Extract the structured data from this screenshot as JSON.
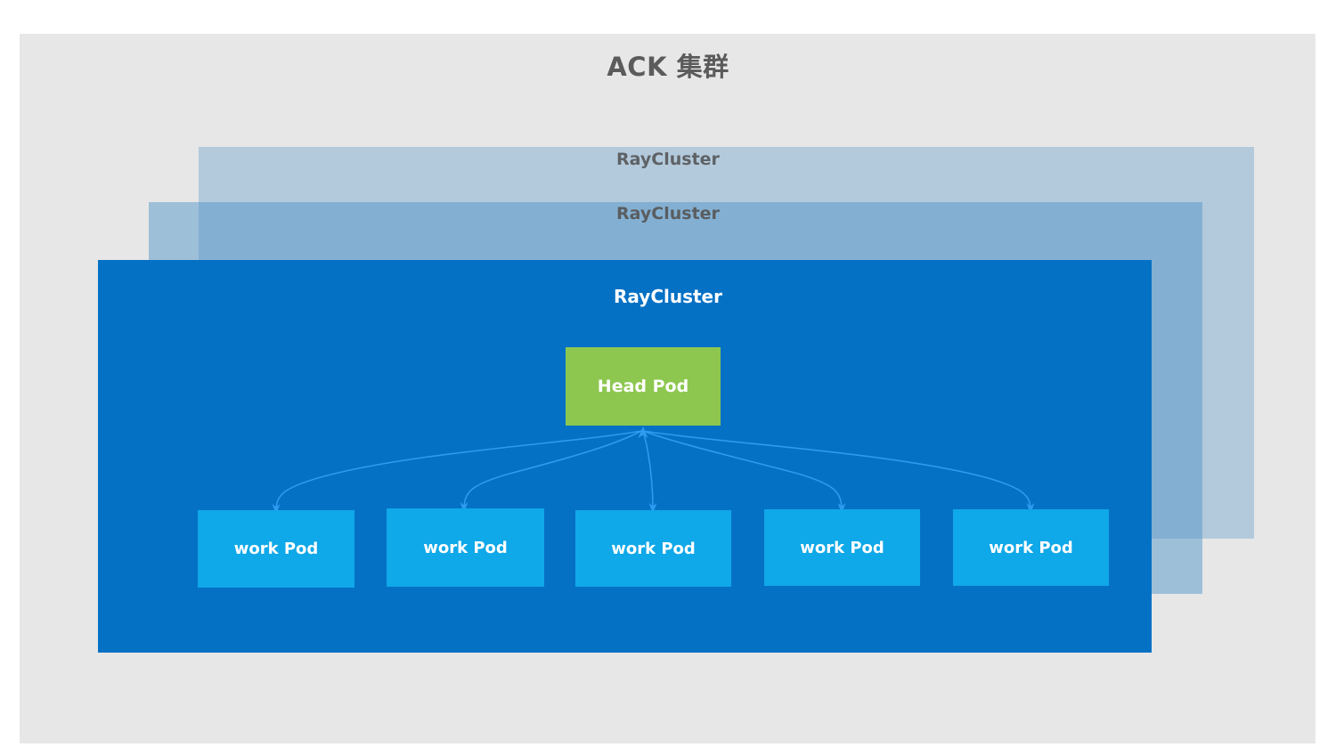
{
  "diagram": {
    "title": "ACK 集群",
    "canvas_color": "#e7e7e7",
    "page_color": "#ffffff"
  },
  "clusters": {
    "back": {
      "label": "RayCluster",
      "color": "#c5d7e5"
    },
    "middle": {
      "label": "RayCluster",
      "color": "#8ab6dc"
    },
    "front": {
      "label": "RayCluster",
      "color": "#0571c5"
    }
  },
  "head_pod": {
    "label": "Head Pod",
    "color": "#8dc750"
  },
  "work_pods": [
    {
      "label": "work Pod"
    },
    {
      "label": "work Pod"
    },
    {
      "label": "work Pod"
    },
    {
      "label": "work Pod"
    },
    {
      "label": "work Pod"
    }
  ],
  "connector": {
    "color": "#2196f3",
    "count": 5,
    "description": "curved arrows from each work Pod up to Head Pod"
  }
}
